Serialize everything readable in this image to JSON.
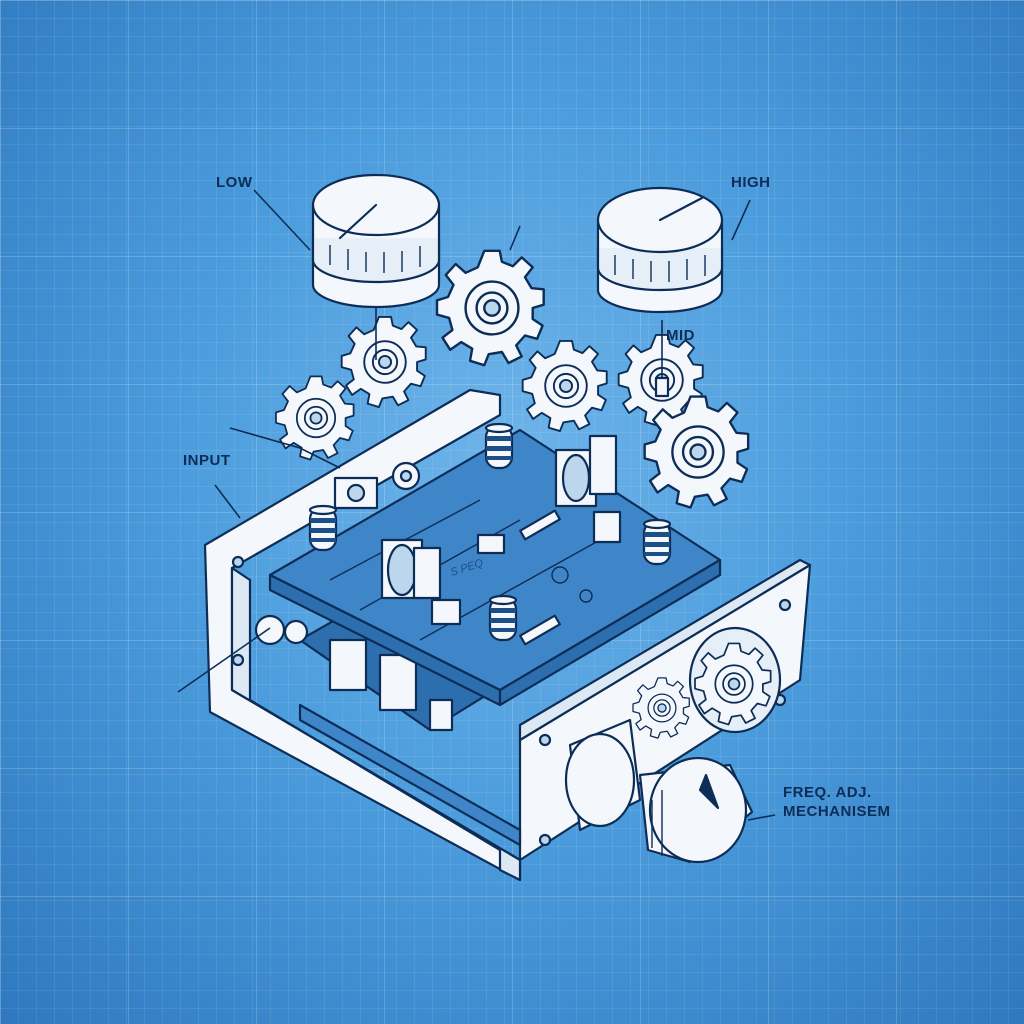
{
  "labels": {
    "low": "LOW",
    "high": "HIGH",
    "mid": "MID",
    "input": "INPUT",
    "freq_line1": "FREQ. ADJ.",
    "freq_line2": "MECHANISEM"
  },
  "pcb_text": "S PEQ",
  "colors": {
    "background": "#4c9ddd",
    "grid": "#ffffff",
    "line": "#0d2d57",
    "part_fill": "#f4f8fc",
    "pcb": "#3f86c8"
  },
  "icons": [
    "knob-icon",
    "gear-icon",
    "capacitor-icon",
    "chassis-icon"
  ]
}
